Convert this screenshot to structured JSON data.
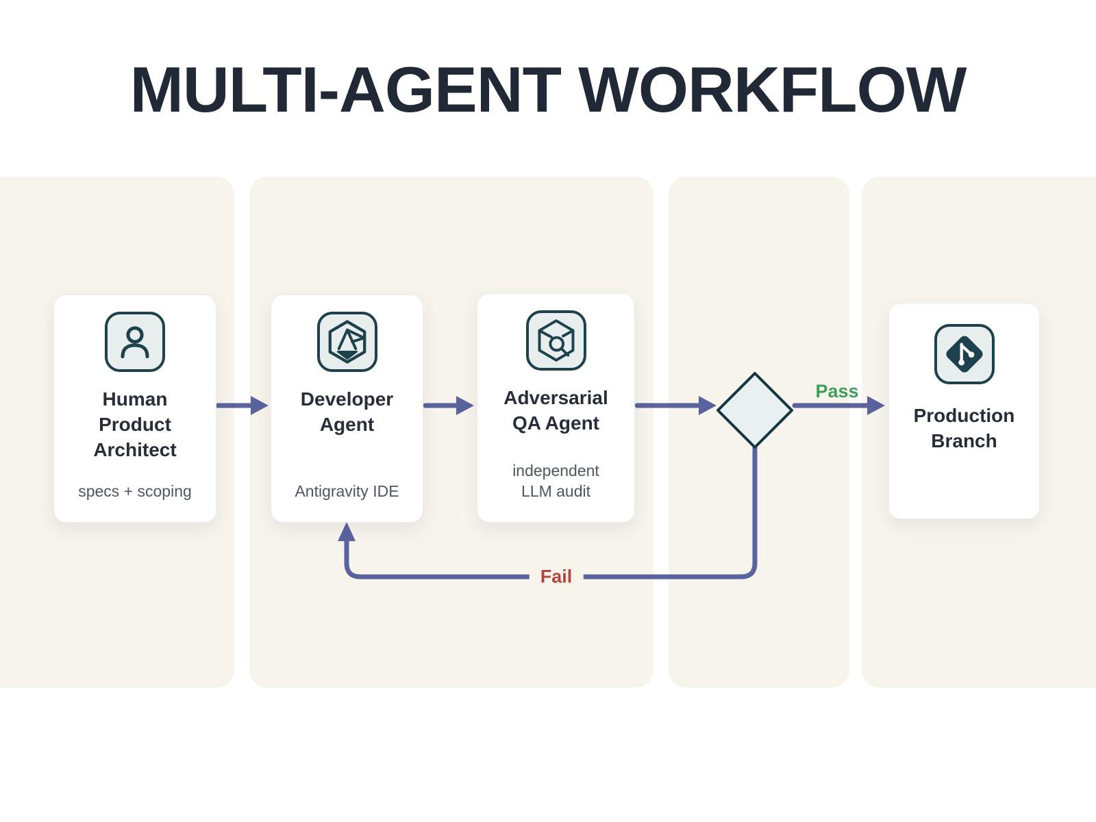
{
  "title": "MULTI-AGENT WORKFLOW",
  "nodes": [
    {
      "title": "Human Product Architect",
      "subtitle": "specs + scoping",
      "icon": "person-icon"
    },
    {
      "title": "Developer Agent",
      "subtitle": "Antigravity IDE",
      "icon": "antigravity-hexagon-icon"
    },
    {
      "title": "Adversarial QA Agent",
      "subtitle": "independent LLM audit",
      "icon": "cube-magnifier-icon"
    },
    {
      "title": "Production Branch",
      "subtitle": "",
      "icon": "git-branch-icon"
    }
  ],
  "decision": {
    "shape": "diamond",
    "meaning": "QA verdict"
  },
  "edges": {
    "pass_label": "Pass",
    "fail_label": "Fail"
  },
  "colors": {
    "arrow": "#5b639e",
    "pass_green": "#3f9e5a",
    "fail_red": "#b5433e",
    "lane_background": "#f7f4ec",
    "icon_stroke": "#1d414d",
    "icon_tile_background": "#e8eeed",
    "diamond_fill": "#e9f0f2",
    "diamond_stroke": "#143741",
    "title_text": "#212836"
  }
}
